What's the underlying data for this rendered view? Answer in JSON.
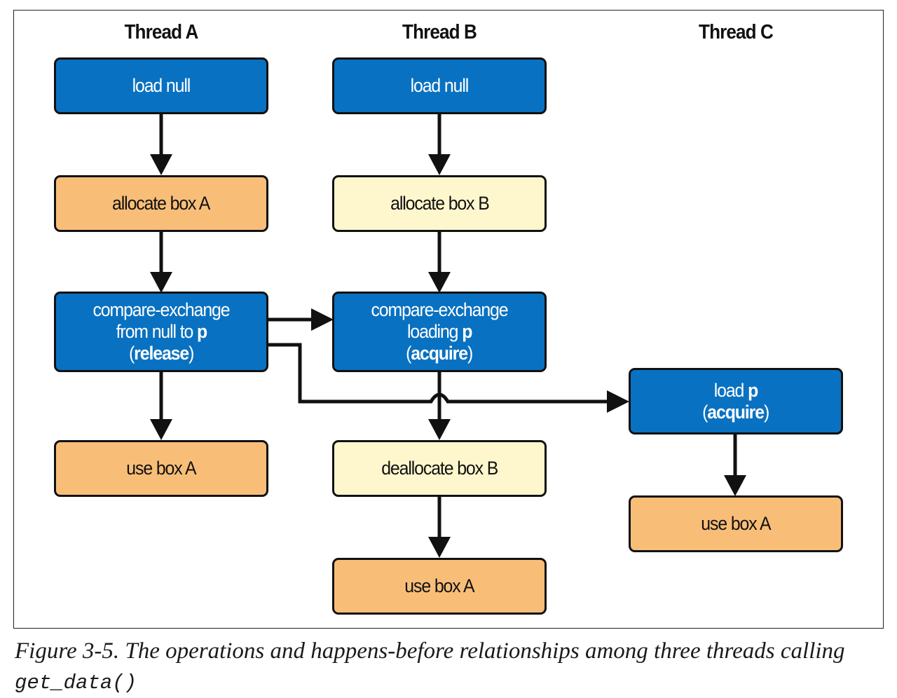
{
  "headers": {
    "a": "Thread A",
    "b": "Thread B",
    "c": "Thread C"
  },
  "nodes": {
    "a_load": {
      "l1": "load null"
    },
    "a_alloc": {
      "l1": "allocate box A"
    },
    "a_cas": {
      "l1": "compare-exchange",
      "l2_pre": "from null to ",
      "l2_bold": "p",
      "l3_open": "(",
      "l3_bold": "release",
      "l3_close": ")"
    },
    "a_use": {
      "l1": "use box A"
    },
    "b_load": {
      "l1": "load null"
    },
    "b_alloc": {
      "l1": "allocate box B"
    },
    "b_cas": {
      "l1": "compare-exchange",
      "l2_pre": "loading ",
      "l2_bold": "p",
      "l3_open": "(",
      "l3_bold": "acquire",
      "l3_close": ")"
    },
    "b_dealloc": {
      "l1": "deallocate box B"
    },
    "b_use": {
      "l1": "use box A"
    },
    "c_load": {
      "l1_pre": "load ",
      "l1_bold": "p",
      "l2_open": "(",
      "l2_bold": "acquire",
      "l2_close": ")"
    },
    "c_use": {
      "l1": "use box A"
    }
  },
  "colors": {
    "blue": "#0971c1",
    "orange": "#f8be78",
    "cream": "#fef7cd",
    "arrow": "#111111"
  },
  "caption": {
    "label": "Figure 3-5.",
    "text": " The operations and happens-before relationships among three threads calling",
    "code": "get_data()"
  }
}
